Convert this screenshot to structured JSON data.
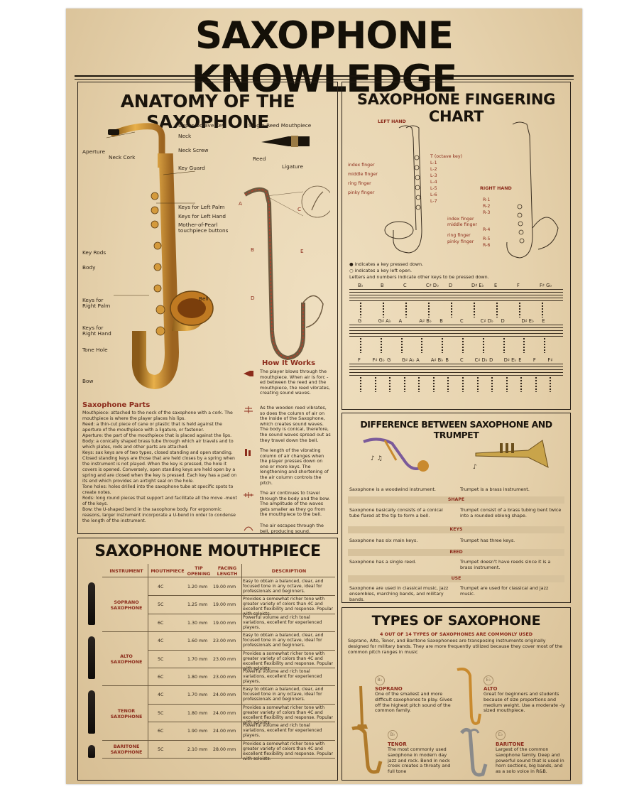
{
  "poster": {
    "title": "SAXOPHONE KNOWLEDGE"
  },
  "anatomy": {
    "title": "ANATOMY OF THE SAXOPHONE",
    "labels": {
      "upper_octave_key": "Upper Octave Key",
      "neck": "Neck",
      "aperture": "Aperture",
      "neck_cork": "Neck Cork",
      "neck_screw": "Neck Screw",
      "key_guard": "Key Guard",
      "keys_left_palm": "Keys for Left Palm",
      "keys_left_hand": "Keys for Left Hand",
      "mother_of_pearl": "Mother-of-Pearl\ntouchpiece buttons",
      "key_rods": "Key Rods",
      "body": "Body",
      "keys_right_palm": "Keys for\nRight Palm",
      "keys_right_hand": "Keys for\nRight Hand",
      "tone_hole": "Tone Hole",
      "bell": "Bell",
      "bow": "Bow",
      "single_reed_mouthpiece": "Single-Reed Mouthpiece",
      "reed": "Reed",
      "ligature": "Ligature",
      "a": "A",
      "b": "B",
      "c": "C",
      "d": "D",
      "e": "E"
    },
    "parts_title": "Saxophone Parts",
    "parts_text": "Mouthpiece: attached to the neck of the saxophone with a cork. The mouthpiece is where the player places his lips.\nReed: a thin-cut piece of cane or plastic that is held against the aperture of the mouthpiece with a ligature, or fastener.\nAperture: the part of the mouthpiece that is placed against the lips.\nBody: a conically shaped brass tube through which air travels and to which plates, rods and other parts are attached.\nKeys: sax keys are of two types, closed standing and open standing. Closed standing keys are those that are held closes by a spring when the instrument is not played. When the key is pressed, the hole it covers is opened. Conversely, open standing keys are held open by a spring and are closed when the key is pressed. Each key has a pad on its end which provides an airtight seal on the hole.\nTone holes: holes drilled into the saxophone tube at specific spots to create notes.\nRods: long round pieces that support and facilitate all the move -ment of the keys.\nBow: the U-shaped bend in the saxophone body. For ergonomic reasons, larger instrument incorporate a U-bend in order to condense the length of the instrument.",
    "how_title": "How It Works",
    "how_steps": [
      "The player blows through the mouthpiece. When air is forc -ed between the reed and the mouthpiece, the reed vibrates, creating sound waves.",
      "As the wooden reed vibrates, so does the column of air on the inside of the Saxophone, which creates sound waves. The body is conical, therefore, the sound waves spread out as they travel down the bell.",
      "The length of the vibrating column of air changes when the player presses down on one or more keys. The lengthening and shortening of the air column controls the pitch.",
      "The air continues to travel through the body and the bow. The amplitude of the waves gets smaller as they go from the mouthpiece to the bell.",
      "The air escapes through the bell, producing sound."
    ]
  },
  "fingering": {
    "title": "SAXOPHONE FINGERING CHART",
    "left_hand": "LEFT HAND",
    "right_hand": "RIGHT HAND",
    "left_fingers": [
      "index finger",
      "middle finger",
      "ring finger",
      "pinky finger"
    ],
    "left_keys": [
      "T (octave key)",
      "L-1",
      "L-2",
      "L-3",
      "L-4",
      "L-5",
      "L-6",
      "L-7"
    ],
    "right_fingers": [
      "index finger",
      "middle finger",
      "ring finger",
      "pinky finger"
    ],
    "right_keys": [
      "R-1",
      "R-2",
      "R-3",
      "R-4",
      "R-5",
      "R-6"
    ],
    "legend": [
      "●  indicates a key pressed down.",
      "○  indicates a key left open.",
      "Letters and numbers indicate other keys to be pressed down."
    ],
    "staves": [
      [
        "B♭",
        "B",
        "C",
        "C♯ D♭",
        "D",
        "D♯ E♭",
        "E",
        "F",
        "F♯ G♭"
      ],
      [
        "G",
        "G♯ A♭",
        "A",
        "A♯ B♭",
        "B",
        "C",
        "C♯ D♭",
        "D",
        "D♯ E♭",
        "E"
      ],
      [
        "F",
        "F♯ G♭",
        "G",
        "G♯ A♭",
        "A",
        "A♯ B♭",
        "B",
        "C",
        "C♯ D♭",
        "D",
        "D♯ E♭",
        "E",
        "F",
        "F♯"
      ]
    ]
  },
  "difference": {
    "title": "DIFFERENCE BETWEEN SAXOPHONE AND TRUMPET",
    "intro_sax": "Saxophone is a woodwind instrument.",
    "intro_trumpet": "Trumpet is a brass instrument.",
    "rows": [
      {
        "category": "SHAPE",
        "sax": "Saxophone basically consists of a conical tube flared at the tip to form a bell.",
        "trumpet": "Trumpet consist of a brass tubing bent twice into a rounded oblong shape."
      },
      {
        "category": "KEYS",
        "sax": "Saxophone has six main keys.",
        "trumpet": "Trumpet has three keys."
      },
      {
        "category": "REED",
        "sax": "Saxophone has a single reed.",
        "trumpet": "Trumpet doesn't have reeds since it is a brass instrument."
      },
      {
        "category": "USE",
        "sax": "Saxophone are used in classical music, jazz ensembles, marching bands, and military bands.",
        "trumpet": "Trumpet are used for classical and jazz music."
      }
    ]
  },
  "mouthpiece": {
    "title": "SAXOPHONE MOUTHPIECE",
    "headers": {
      "instrument": "INSTRUMENT",
      "mouthpiece": "MOUTHPIECE",
      "tip_opening": "TIP\nOPENING",
      "facing_length": "FACING\nLENGTH",
      "description": "DESCRIPTION"
    },
    "desc_balanced": "Easy to obtain a balanced, clear, and focused tone in any octave, ideal for professionals and beginners.",
    "desc_richer": "Provides a somewhat richer tone with greater variety of colors than 4C and excellent flexibility and response. Popular with soloists.",
    "desc_powerful": "Powerful volume and rich tonal variations, excellent for experienced players.",
    "instruments": [
      {
        "name": "SOPRANO\nSAXOPHONE",
        "rows": [
          {
            "mp": "4C",
            "tip": "1.20 mm",
            "facing": "19.00 mm",
            "desc": "Easy to obtain a balanced, clear, and focused tone in any octave, ideal for professionals and beginners."
          },
          {
            "mp": "5C",
            "tip": "1.25 mm",
            "facing": "19.00 mm",
            "desc": "Provides a somewhat richer tone with greater variety of colors than 4C and excellent flexibility and response. Popular with soloists."
          },
          {
            "mp": "6C",
            "tip": "1.30 mm",
            "facing": "19.00 mm",
            "desc": "Powerful volume and rich tonal variations, excellent for experienced players."
          }
        ]
      },
      {
        "name": "ALTO\nSAXOPHONE",
        "rows": [
          {
            "mp": "4C",
            "tip": "1.60 mm",
            "facing": "23.00 mm",
            "desc": "Easy to obtain a balanced, clear, and focused tone in any octave, ideal for professionals and beginners."
          },
          {
            "mp": "5C",
            "tip": "1.70 mm",
            "facing": "23.00 mm",
            "desc": "Provides a somewhat richer tone with greater variety of colors than 4C and excellent flexibility and response. Popular with soloists."
          },
          {
            "mp": "6C",
            "tip": "1.80 mm",
            "facing": "23.00 mm",
            "desc": "Powerful volume and rich tonal variations, excellent for experienced players."
          }
        ]
      },
      {
        "name": "TENOR\nSAXOPHONE",
        "rows": [
          {
            "mp": "4C",
            "tip": "1.70 mm",
            "facing": "24.00 mm",
            "desc": "Easy to obtain a balanced, clear, and focused tone in any octave, ideal for professionals and beginners."
          },
          {
            "mp": "5C",
            "tip": "1.80 mm",
            "facing": "24.00 mm",
            "desc": "Provides a somewhat richer tone with greater variety of colors than 4C and excellent flexibility and response. Popular with soloists."
          },
          {
            "mp": "6C",
            "tip": "1.90 mm",
            "facing": "24.00 mm",
            "desc": "Powerful volume and rich tonal variations, excellent for experienced players."
          }
        ]
      },
      {
        "name": "BARITONE\nSAXOPHONE",
        "rows": [
          {
            "mp": "5C",
            "tip": "2.10 mm",
            "facing": "28.00 mm",
            "desc": "Provides a somewhat richer tone with greater variety of colors than 4C and excellent flexibility and response. Popular with soloists."
          }
        ]
      }
    ]
  },
  "types": {
    "title": "TYPES OF SAXOPHONE",
    "subtitle": "4 OUT OF 14 TYPES OF SAXOPHONES ARE COMMONLY USED",
    "intro": "Soprano, Alto, Tenor, and Baritone Saxophonees are transposing instruments originally designed for military bands. They are more frequently utilized because they cover most of  the common pitch ranges in music",
    "items": [
      {
        "key": "B♭",
        "name": "SOPRANO",
        "desc": "One of the smallest and more difficult saxophones to play. Gives off the highest pitch sound of the common family."
      },
      {
        "key": "E♭",
        "name": "ALTO",
        "desc": "Great for beginners and students because of size proportions and medium weight. Use a moderate -ly sized mouthpiece."
      },
      {
        "key": "B♭",
        "name": "TENOR",
        "desc": "The most commonly used saxophone in modern day jazz and rock. Bend in neck crook creates a throaty and full tone"
      },
      {
        "key": "E♭",
        "name": "BARITONE",
        "desc": "Largest of the common saxophone family. Deep and powerful sound that is used in horn sections, big bands, and as a solo voice in R&B."
      }
    ]
  },
  "colors": {
    "paper": "#e6d2ad",
    "ink": "#1a140c",
    "accent_red": "#8c2c1c",
    "brass": "#c98a2e"
  },
  "icons": [
    "saxophone-illustration-icon",
    "saxophone-diagram-icon",
    "mouthpiece-icon",
    "reed-icon",
    "sound-wave-icon",
    "hand-icon",
    "trumpet-icon"
  ]
}
